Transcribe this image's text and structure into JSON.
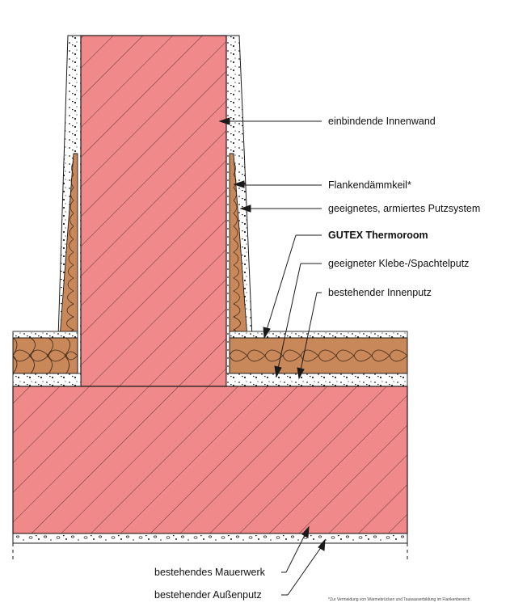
{
  "labels": {
    "innenwand": "einbindende Innenwand",
    "flankendaemmkeil": "Flankendämmkeil*",
    "putzsystem": "geeignetes, armiertes Putzsystem",
    "thermoroom": "GUTEX Thermoroom",
    "klebeputz": "geeigneter Klebe-/Spachtelputz",
    "innenputz": "bestehender Innenputz",
    "mauerwerk": "bestehendes Mauerwerk",
    "aussenputz": "bestehender Außenputz"
  },
  "footnote": "*Zur Vermeidung von Wärmebrücken und Tauwasserbildung im Flankenbereich",
  "colors": {
    "masonry": "#f08a8a",
    "insulation": "#c8885a",
    "plaster": "#ffffff",
    "line": "#1a1a1a"
  }
}
